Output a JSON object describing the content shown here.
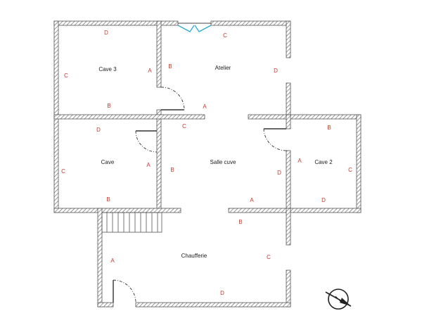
{
  "plan": {
    "rooms": [
      {
        "id": "cave3",
        "name": "Cave 3",
        "labels": {
          "top": "D",
          "left": "C",
          "right": "A",
          "bottom": "B"
        }
      },
      {
        "id": "atelier",
        "name": "Atelier",
        "labels": {
          "top": "C",
          "left": "B",
          "right": "D",
          "bottom": "A"
        }
      },
      {
        "id": "cave",
        "name": "Cave",
        "labels": {
          "top": "D",
          "left": "C",
          "right": "A",
          "bottom": "B"
        }
      },
      {
        "id": "salle_cuve",
        "name": "Salle cuve",
        "labels": {
          "top": "C",
          "left": "B",
          "right": "D",
          "bottom": "A"
        }
      },
      {
        "id": "cave2",
        "name": "Cave 2",
        "labels": {
          "top": "B",
          "left": "A",
          "right": "C",
          "bottom": "D"
        }
      },
      {
        "id": "chaufferie",
        "name": "Chaufferie",
        "labels": {
          "top": "B",
          "left": "A",
          "right": "C",
          "bottom": "D"
        }
      }
    ],
    "colors": {
      "label": "#c0392b",
      "window": "#29a9d8",
      "wall_hatch": "#666666"
    },
    "icons": {
      "compass": "compass-icon"
    }
  }
}
